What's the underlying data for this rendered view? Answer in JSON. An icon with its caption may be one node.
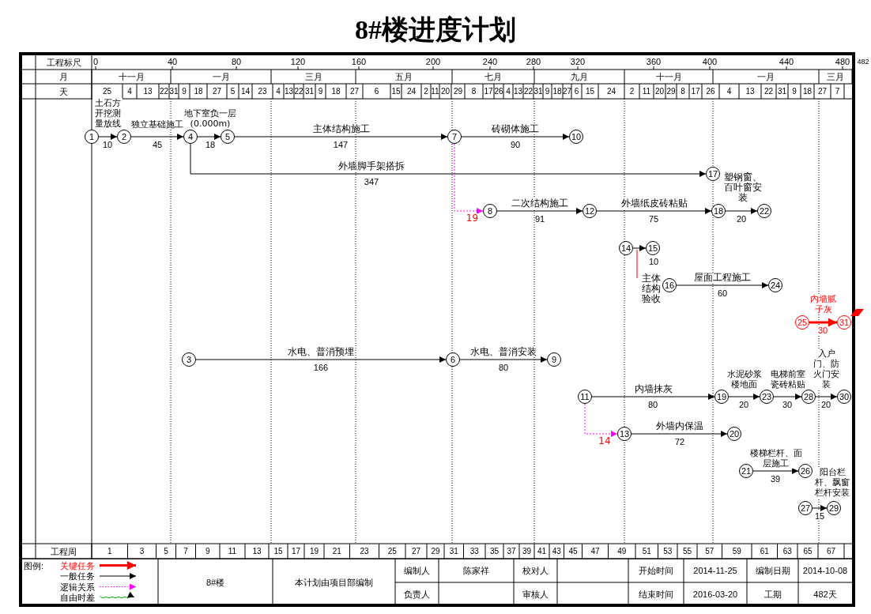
{
  "diagram": {
    "title": "8#楼进度计划",
    "nodes": [
      {
        "text": [
          "1"
        ]
      },
      {
        "text": [
          "2"
        ]
      },
      {
        "text": [
          "3"
        ]
      },
      {
        "text": [
          "4"
        ]
      },
      {
        "text": [
          "5"
        ]
      },
      {
        "text": [
          "6"
        ]
      },
      {
        "text": [
          "7"
        ]
      },
      {
        "text": [
          "8"
        ]
      },
      {
        "text": [
          "9"
        ]
      },
      {
        "text": [
          "10"
        ]
      },
      {
        "text": [
          "11"
        ]
      },
      {
        "text": [
          "12"
        ]
      },
      {
        "text": [
          "13"
        ]
      },
      {
        "text": [
          "14"
        ]
      },
      {
        "text": [
          "15"
        ]
      },
      {
        "text": [
          "16"
        ]
      },
      {
        "text": [
          "17"
        ]
      },
      {
        "text": [
          "18"
        ]
      },
      {
        "text": [
          "19"
        ]
      },
      {
        "text": [
          "20"
        ]
      },
      {
        "text": [
          "21"
        ]
      },
      {
        "text": [
          "22"
        ]
      },
      {
        "text": [
          "23"
        ]
      },
      {
        "text": [
          "24"
        ]
      },
      {
        "text": [
          "25"
        ]
      },
      {
        "text": [
          "26"
        ]
      },
      {
        "text": [
          "27"
        ]
      },
      {
        "text": [
          "28"
        ]
      },
      {
        "text": [
          "29"
        ]
      },
      {
        "text": [
          "30"
        ]
      },
      {
        "text": [
          "31"
        ]
      }
    ],
    "edges": [
      {
        "from": 0,
        "to": 1,
        "arrow": "to",
        "label": "土石方开挖测量放线"
      },
      {
        "from": 1,
        "to": 3,
        "arrow": "to",
        "label": "独立基础施工"
      },
      {
        "from": 3,
        "to": 4,
        "arrow": "to",
        "label": "地下室负一层(0.000m)"
      },
      {
        "from": 4,
        "to": 6,
        "arrow": "to",
        "label": "主体结构施工"
      },
      {
        "from": 6,
        "to": 9,
        "arrow": "to",
        "label": "砖砌体施工"
      },
      {
        "from": 3,
        "to": 16,
        "arrow": "to",
        "label": "外墙脚手架搭拆"
      },
      {
        "from": 6,
        "to": 7,
        "arrow": "to",
        "label": "19",
        "style": "dashed",
        "color": "#ff00ff"
      },
      {
        "from": 7,
        "to": 11,
        "arrow": "to",
        "label": "二次结构施工"
      },
      {
        "from": 11,
        "to": 17,
        "arrow": "to",
        "label": "外墙纸皮砖粘贴"
      },
      {
        "from": 17,
        "to": 21,
        "arrow": "to",
        "label": "塑钢窗、百叶窗安装"
      },
      {
        "from": 13,
        "to": 14,
        "arrow": "to",
        "label": "主体结构验收"
      },
      {
        "from": 15,
        "to": 23,
        "arrow": "to",
        "label": "屋面工程施工"
      },
      {
        "from": 24,
        "to": 30,
        "arrow": "to",
        "label": "内墙腻子灰",
        "style": "thick",
        "color": "#ff0000"
      },
      {
        "from": 2,
        "to": 5,
        "arrow": "to",
        "label": "水电、普消预埋"
      },
      {
        "from": 5,
        "to": 8,
        "arrow": "to",
        "label": "水电、普消安装"
      },
      {
        "from": 10,
        "to": 18,
        "arrow": "to",
        "label": "内墙抹灰"
      },
      {
        "from": 10,
        "to": 12,
        "arrow": "to",
        "label": "14",
        "style": "dashed",
        "color": "#ff00ff"
      },
      {
        "from": 12,
        "to": 19,
        "arrow": "to",
        "label": "外墙内保温"
      },
      {
        "from": 18,
        "to": 22,
        "arrow": "to",
        "label": "水泥砂浆楼地面"
      },
      {
        "from": 22,
        "to": 27,
        "arrow": "to",
        "label": "电梯前室瓷砖粘贴"
      },
      {
        "from": 27,
        "to": 29,
        "arrow": "to",
        "label": "入户门、防火门安装"
      },
      {
        "from": 20,
        "to": 25,
        "arrow": "to",
        "label": "楼梯栏杆、面层施工"
      },
      {
        "from": 26,
        "to": 28,
        "arrow": "to",
        "label": "阳台栏杆、飘窗栏杆安装"
      }
    ],
    "labels": [
      "工程标尺",
      "0",
      "40",
      "80",
      "120",
      "160",
      "200",
      "240",
      "280",
      "320",
      "360",
      "400",
      "440",
      "480",
      "482",
      "月",
      "十一月",
      "一月",
      "三月",
      "五月",
      "七月",
      "九月",
      "十一月",
      "一月",
      "三月",
      "天",
      "25",
      "4",
      "13",
      "22",
      "31",
      "9",
      "18",
      "27",
      "5",
      "14",
      "23",
      "4",
      "13",
      "22",
      "31",
      "9",
      "18",
      "27",
      "6",
      "15",
      "24",
      "2",
      "11",
      "20",
      "29",
      "8",
      "17",
      "26",
      "4",
      "13",
      "22",
      "31",
      "9",
      "18",
      "27",
      "6",
      "15",
      "24",
      "2",
      "11",
      "20",
      "29",
      "8",
      "17",
      "26",
      "4",
      "13",
      "22",
      "31",
      "9",
      "18",
      "27",
      "7",
      "10",
      "45",
      "18",
      "147",
      "90",
      "347",
      "91",
      "75",
      "20",
      "10",
      "60",
      "30",
      "166",
      "80",
      "80",
      "20",
      "30",
      "20",
      "72",
      "39",
      "15",
      "工程周",
      "1",
      "3",
      "5",
      "7",
      "9",
      "11",
      "13",
      "15",
      "17",
      "19",
      "21",
      "23",
      "25",
      "27",
      "29",
      "31",
      "33",
      "35",
      "37",
      "39",
      "41",
      "43",
      "45",
      "47",
      "49",
      "51",
      "53",
      "55",
      "57",
      "59",
      "61",
      "63",
      "65",
      "67",
      "图例:",
      "8#楼",
      "本计划由项目部编制",
      "编制人",
      "陈家祥",
      "校对人",
      "开始时间",
      "2014-11-25",
      "编制日期",
      "2014-10-08",
      "负责人",
      "审核人",
      "结束时间",
      "2016-03-20",
      "工期",
      "482天"
    ],
    "legend": [
      {
        "text": "关键任务"
      },
      {
        "text": "一般任务"
      },
      {
        "text": "逻辑关系"
      },
      {
        "text": "自由时差"
      }
    ]
  }
}
